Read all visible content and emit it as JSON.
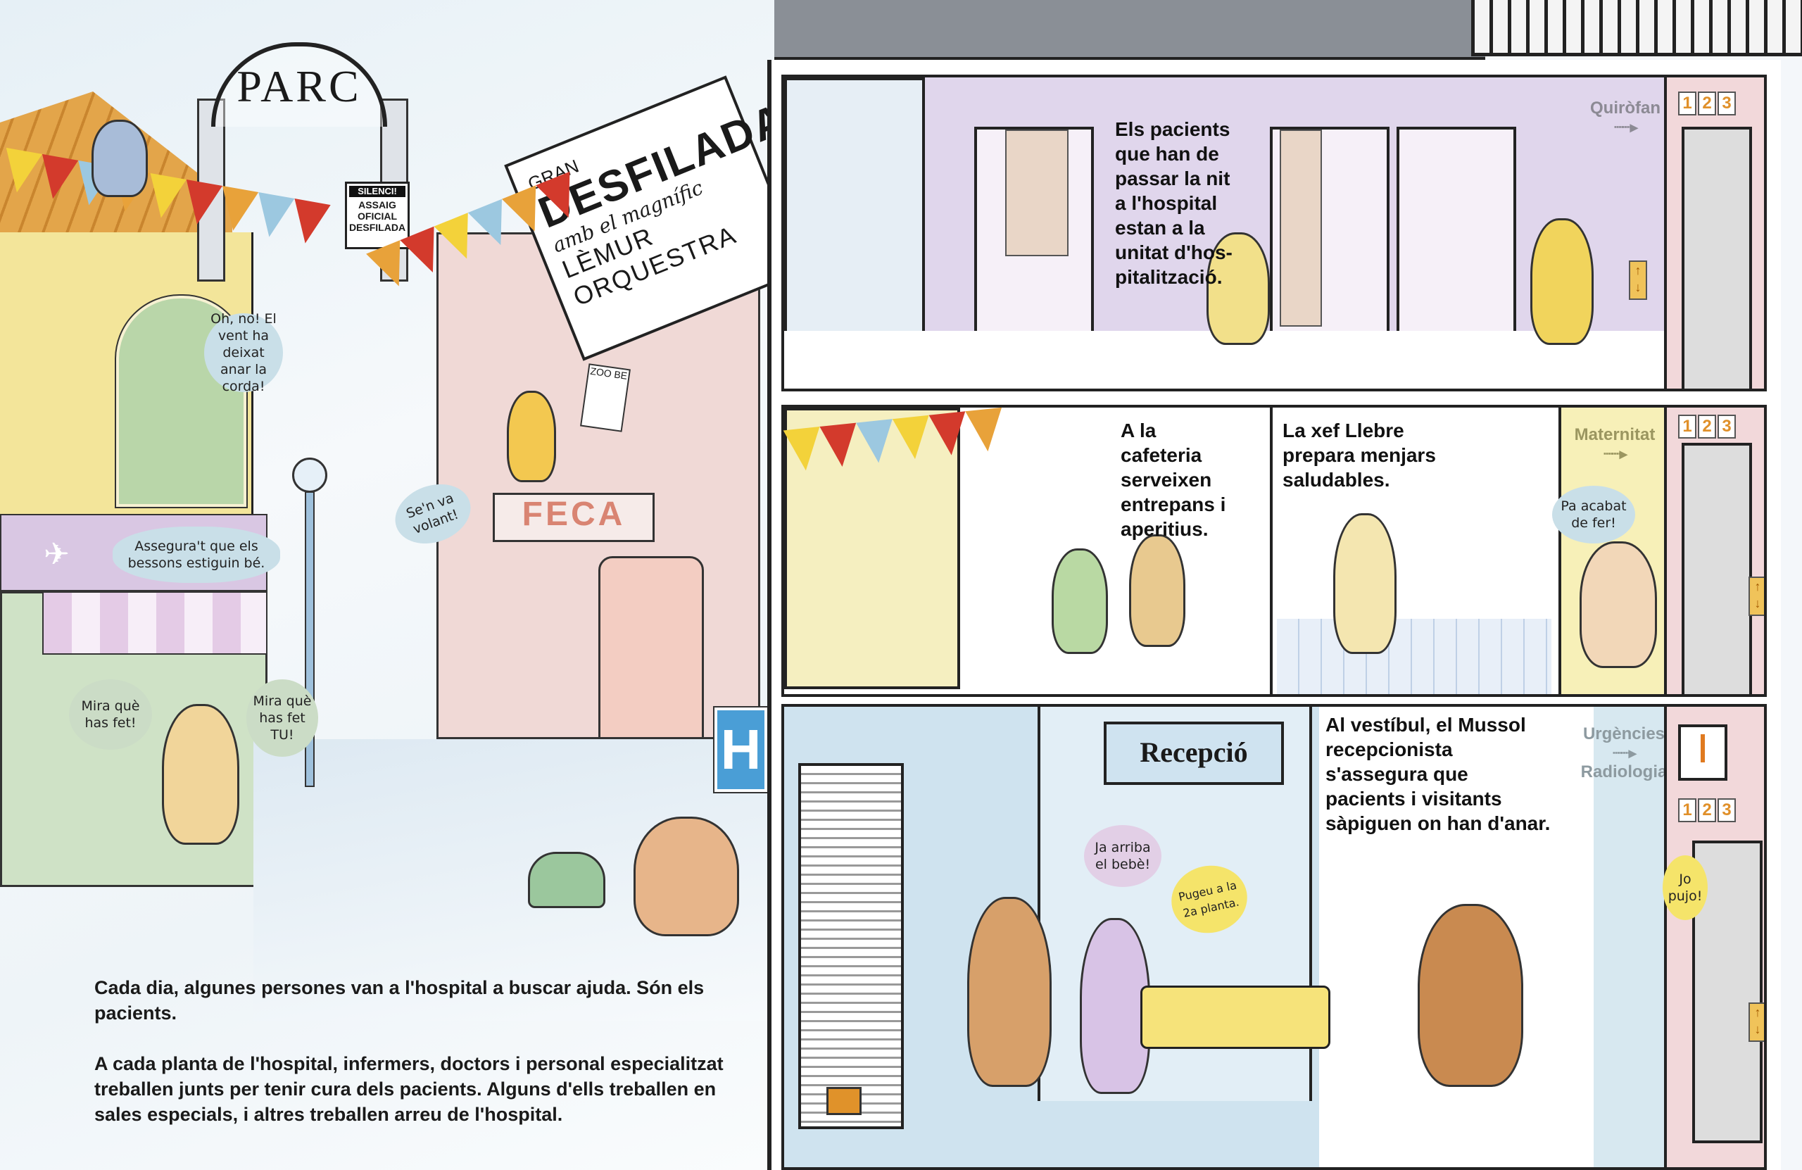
{
  "left_page": {
    "park_sign": "PARC",
    "silence_sign": {
      "header": "SILENCI!",
      "lines": [
        "ASSAIG",
        "OFICIAL",
        "DESFILADA"
      ]
    },
    "parade_banner": {
      "line1": "GRAN",
      "line2": "DESFILADA",
      "line3": "amb el magnífic",
      "line4": "LÈMUR ORQUESTRA"
    },
    "bakery_sign": "FECA",
    "poster": "ZOO BE",
    "hospital_sign": "H",
    "speech_bubbles": [
      "Oh, no! El vent ha deixat anar la corda!",
      "Assegura't que els bessons estiguin bé.",
      "Se'n va volant!",
      "Mira què has fet!",
      "Mira què has fet TU!"
    ],
    "main_text": [
      "Cada dia, algunes persones van a l'hospital a buscar ajuda. Són els pacients.",
      "A cada planta de l'hospital, infermers, doctors i personal especialitzat treballen junts per tenir cura dels pacients. Alguns d'ells treballen en sales especials, i altres treballen arreu de l'hospital."
    ]
  },
  "hospital": {
    "floor3": {
      "caption": "Els pacients que han de passar la nit a l'hospital estan a la unitat d'hos-pitalització.",
      "direction_sign": "Quiròfan",
      "elevator_numbers": [
        "1",
        "2",
        "3"
      ]
    },
    "floor2": {
      "cafeteria_caption": "A la cafeteria serveixen entrepans i aperitius.",
      "kitchen_caption": "La xef Llebre prepara menjars saludables.",
      "direction_sign": "Maternitat",
      "speech_bubble": "Pa acabat de fer!",
      "elevator_numbers": [
        "1",
        "2",
        "3"
      ]
    },
    "floor1": {
      "reception_sign": "Recepció",
      "caption": "Al vestíbul, el Mussol recepcionista s'assegura que pacients i visitants sàpiguen on han d'anar.",
      "direction_sign_top": "Urgències",
      "direction_sign_bottom": "Radiologia",
      "speech_bubbles": [
        "Ja arriba el bebè!",
        "Pugeu a la 2a planta.",
        "Jo pujo!"
      ],
      "elevator_numbers": [
        "1",
        "2",
        "3"
      ]
    }
  },
  "colors": {
    "bunting_red": "#d33a2c",
    "bunting_yellow": "#f3d23a",
    "bunting_orange": "#e8a23a",
    "bunting_blue": "#9cc8e0",
    "floor3_wall": "#e0d6ec",
    "lobby_wall": "#cfe3ef",
    "elevator_wall": "#f2d8da"
  }
}
